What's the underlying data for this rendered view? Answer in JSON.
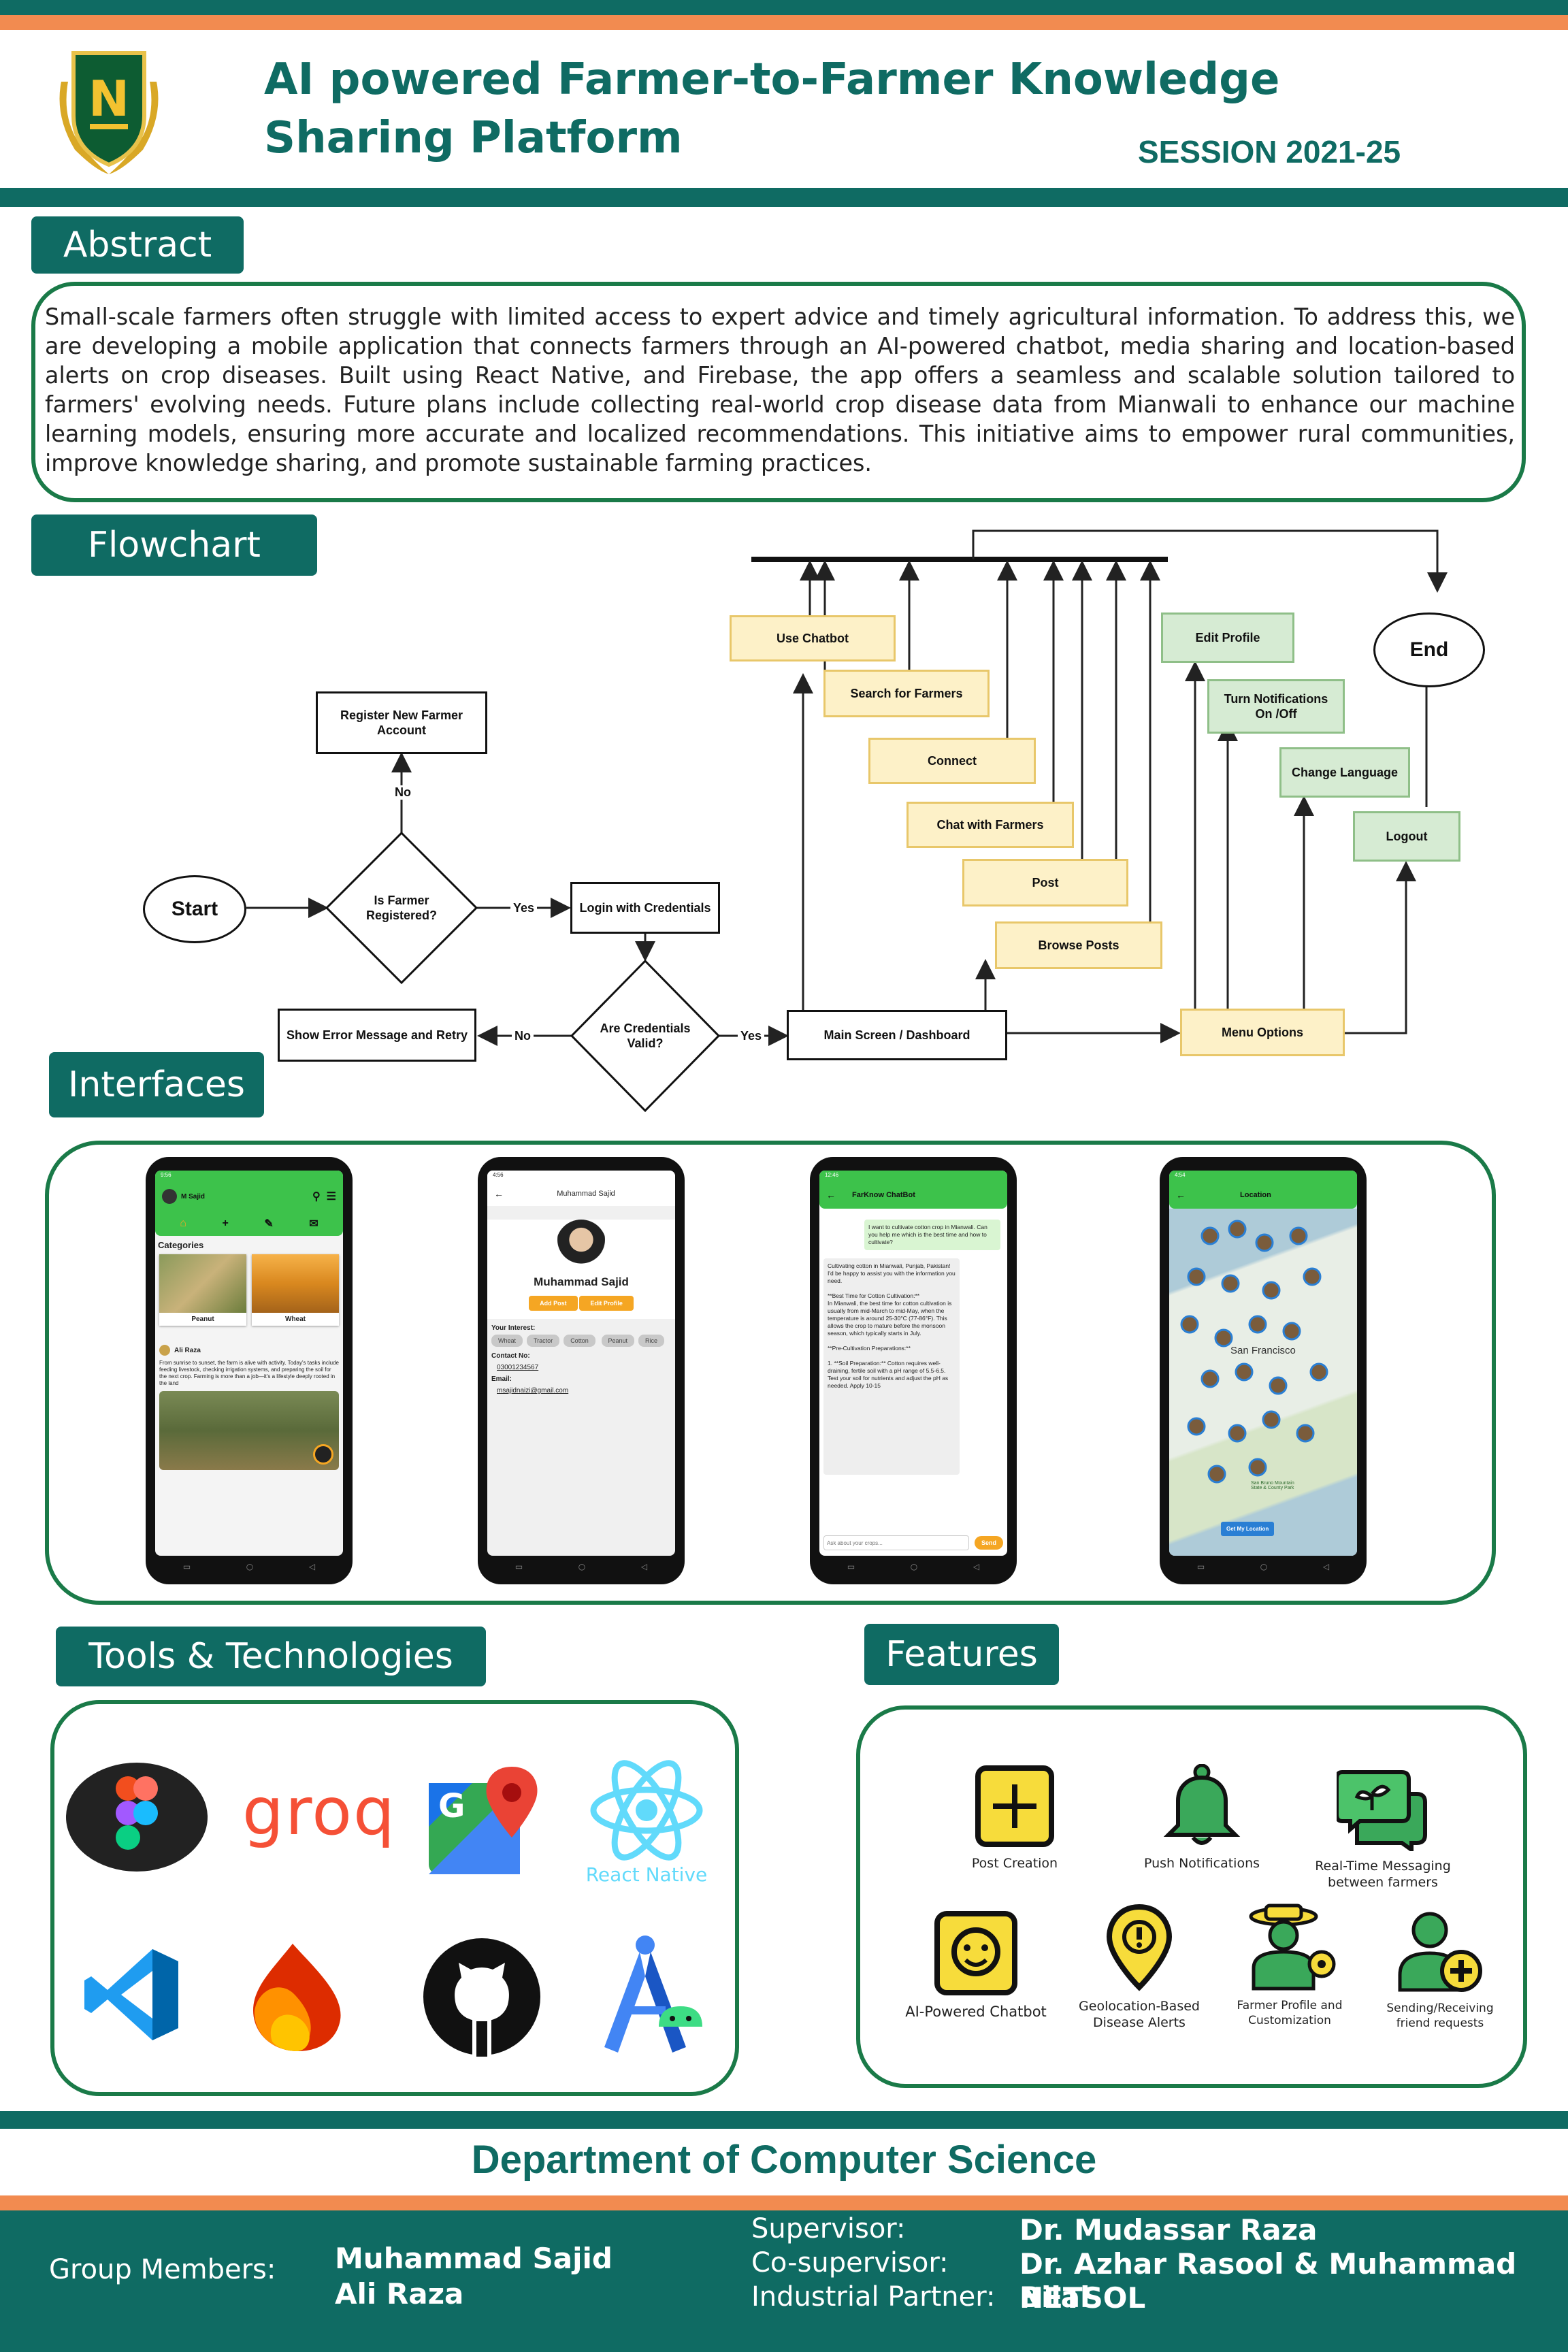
{
  "header": {
    "logo_letter": "N",
    "title": "AI powered Farmer-to-Farmer Knowledge Sharing Platform",
    "session": "SESSION 2021-25"
  },
  "colors": {
    "teal": "#0f6b63",
    "orange": "#f28b50",
    "panel_border": "#1a7a48",
    "yellow_box": "#fdf1c8",
    "green_box": "#d6ebd3",
    "app_green": "#3dc24b"
  },
  "abstract": {
    "heading": "Abstract",
    "text": "Small-scale farmers often struggle with limited access to expert advice and timely agricultural information. To address this, we are developing a mobile application that connects farmers through an AI-powered chatbot, media sharing and location-based alerts on crop diseases. Built using React Native, and Firebase, the app offers a seamless and scalable solution tailored to farmers' evolving needs. Future plans include collecting real-world crop disease data from Mianwali to enhance our machine learning models, ensuring more accurate and localized recommendations. This initiative aims to empower rural communities, improve knowledge sharing, and promote sustainable farming practices."
  },
  "flowchart": {
    "heading": "Flowchart",
    "start": "Start",
    "end": "End",
    "is_registered": "Is Farmer Registered?",
    "register": "Register New Farmer Account",
    "no1": "No",
    "yes1": "Yes",
    "login": "Login with Credentials",
    "valid": "Are Credentials Valid?",
    "no2": "No",
    "yes2": "Yes",
    "error": "Show Error Message and Retry",
    "dashboard": "Main Screen / Dashboard",
    "menu": "Menu Options",
    "use_chatbot": "Use Chatbot",
    "search_farmers": "Search for Farmers",
    "connect": "Connect",
    "chat_farmers": "Chat with Farmers",
    "post": "Post",
    "browse_posts": "Browse Posts",
    "edit_profile": "Edit Profile",
    "notifications": "Turn Notifications On /Off",
    "change_language": "Change Language",
    "logout": "Logout"
  },
  "interfaces": {
    "heading": "Interfaces",
    "home": {
      "time": "9:56",
      "user": "M Sajid",
      "categories": "Categories",
      "cat1": "Peanut",
      "cat2": "Wheat",
      "post_user": "Ali Raza",
      "post_text": "From sunrise to sunset, the farm is alive with activity. Today's tasks include feeding livestock, checking irrigation systems, and preparing the soil for the next crop. Farming is more than a job—it's a lifestyle deeply rooted in the land"
    },
    "profile": {
      "time": "4:56",
      "title": "Muhammad Sajid",
      "name": "Muhammad Sajid",
      "add_post": "Add Post",
      "edit_profile": "Edit Profile",
      "interest_label": "Your Interest:",
      "interests": [
        "Wheat",
        "Tractor",
        "Cotton",
        "Peanut",
        "Rice"
      ],
      "contact_label": "Contact No:",
      "contact": "03001234567",
      "email_label": "Email:",
      "email": "msajidnaizi@gmail.com"
    },
    "chat": {
      "time": "12:46",
      "title": "FarKnow ChatBot",
      "user_msg": "I want to cultivate cotton crop in Mianwali. Can you help me which is the best time and how to cultivate?",
      "bot_msg": "Cultivating cotton in Mianwali, Punjab, Pakistan! I'd be happy to assist you with the information you need.\n\n**Best Time for Cotton Cultivation:**\nIn Mianwali, the best time for cotton cultivation is usually from mid-March to mid-May, when the temperature is around 25-30°C (77-86°F). This allows the crop to mature before the monsoon season, which typically starts in July.\n\n**Pre-Cultivation Preparations:**\n\n1. **Soil Preparation:** Cotton requires well-draining, fertile soil with a pH range of 5.5-6.5. Test your soil for nutrients and adjust the pH as needed. Apply 10-15",
      "input_placeholder": "Ask about your crops...",
      "send": "Send"
    },
    "location": {
      "time": "4:54",
      "title": "Location",
      "button": "Get My Location",
      "map_label1": "San Francisco",
      "map_label2": "San Bruno Mountain State & County Park"
    }
  },
  "tools": {
    "heading": "Tools & Technologies",
    "groq": "groq",
    "react_native": "React Native",
    "maps_letter": "G",
    "icons": [
      "figma-icon",
      "groq-logo",
      "google-maps-icon",
      "react-native-icon",
      "vscode-icon",
      "firebase-icon",
      "github-icon",
      "android-studio-icon"
    ]
  },
  "features": {
    "heading": "Features",
    "items": [
      "Post Creation",
      "Push Notifications",
      "Real-Time Messaging between farmers",
      "AI-Powered Chatbot",
      "Geolocation-Based Disease Alerts",
      "Farmer Profile and Customization",
      "Sending/Receiving friend requests"
    ]
  },
  "footer": {
    "department": "Department of Computer Science",
    "group_label": "Group Members:",
    "member1": "Muhammad Sajid",
    "member2": "Ali Raza",
    "supervisor_label": "Supervisor:",
    "supervisor": "Dr. Mudassar Raza",
    "cosupervisor_label": "Co-supervisor:",
    "cosupervisor": "Dr. Azhar Rasool & Muhammad Bilal",
    "partner_label": "Industrial Partner:",
    "partner": "NETSOL"
  }
}
